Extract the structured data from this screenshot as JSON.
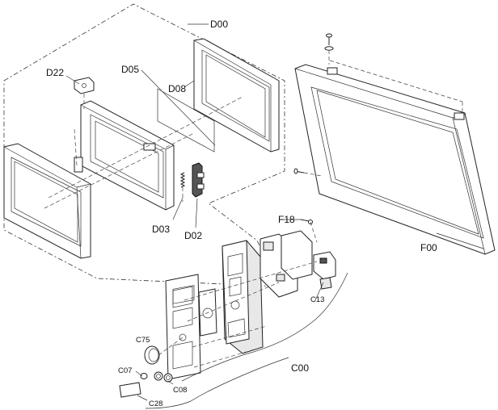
{
  "labels": {
    "d00": "D00",
    "d05": "D05",
    "d08": "D08",
    "d22": "D22",
    "d03": "D03",
    "d02": "D02",
    "f18": "F18",
    "f00": "F00",
    "c13": "C13",
    "c75": "C75",
    "c07": "C07",
    "c08": "C08",
    "c28": "C28",
    "c00": "C00"
  }
}
